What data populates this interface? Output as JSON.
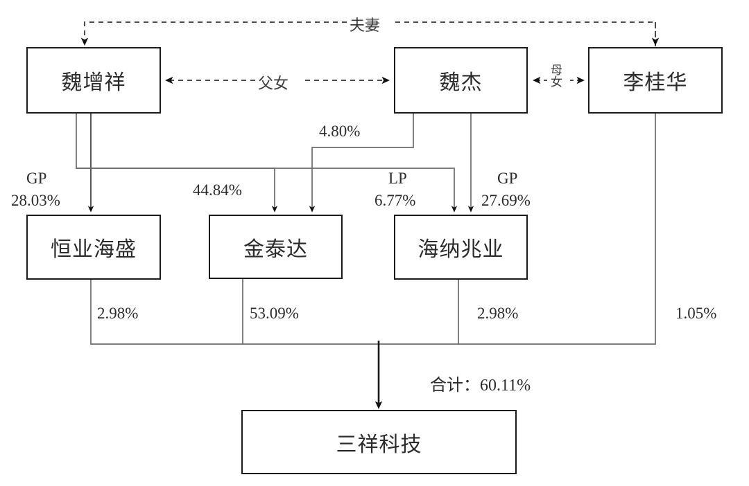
{
  "diagram": {
    "title_hidden": "",
    "colors": {
      "box_border": "#1a1a1a",
      "line": "#5a5a5a",
      "line_dark": "#1a1a1a",
      "text": "#2b2b2b",
      "background": "#ffffff"
    },
    "nodes": [
      {
        "id": "wei-zeng-xiang",
        "label": "魏增祥"
      },
      {
        "id": "wei-jie",
        "label": "魏杰"
      },
      {
        "id": "li-gui-hua",
        "label": "李桂华"
      },
      {
        "id": "heng-ye-hai-sheng",
        "label": "恒业海盛"
      },
      {
        "id": "jin-tai-da",
        "label": "金泰达"
      },
      {
        "id": "hai-na-zhao-ye",
        "label": "海纳兆业"
      },
      {
        "id": "san-xiang-ke-ji",
        "label": "三祥科技"
      }
    ],
    "relations": [
      {
        "id": "spouse",
        "label": "夫妻",
        "from": "li-gui-hua",
        "to": "wei-zeng-xiang",
        "style": "dashed"
      },
      {
        "id": "father-daughter",
        "label": "父女",
        "from": "wei-jie",
        "to": "wei-zeng-xiang",
        "style": "dashed-bidirectional"
      },
      {
        "id": "mother-daughter",
        "label": "母女",
        "from": "li-gui-hua",
        "to": "wei-jie",
        "style": "dashed-bidirectional"
      }
    ],
    "holdings": [
      {
        "id": "wzx-to-hyhs",
        "role": "GP",
        "pct": "28.03%",
        "from": "wei-zeng-xiang",
        "to": "heng-ye-hai-sheng"
      },
      {
        "id": "wzx-to-jtd",
        "role": "",
        "pct": "44.84%",
        "from": "wei-zeng-xiang",
        "to": "jin-tai-da"
      },
      {
        "id": "wj-to-jtd",
        "role": "",
        "pct": "4.80%",
        "from": "wei-jie",
        "to": "jin-tai-da"
      },
      {
        "id": "wzx-to-hnzy",
        "role": "LP",
        "pct": "6.77%",
        "from": "wei-zeng-xiang",
        "to": "hai-na-zhao-ye"
      },
      {
        "id": "wj-to-hnzy",
        "role": "GP",
        "pct": "27.69%",
        "from": "wei-jie",
        "to": "hai-na-zhao-ye"
      },
      {
        "id": "hyhs-to-sxkj",
        "role": "",
        "pct": "2.98%",
        "from": "heng-ye-hai-sheng",
        "to": "san-xiang-ke-ji"
      },
      {
        "id": "jtd-to-sxkj",
        "role": "",
        "pct": "53.09%",
        "from": "jin-tai-da",
        "to": "san-xiang-ke-ji"
      },
      {
        "id": "hnzy-to-sxkj",
        "role": "",
        "pct": "2.98%",
        "from": "hai-na-zhao-ye",
        "to": "san-xiang-ke-ji"
      },
      {
        "id": "lgh-to-sxkj",
        "role": "",
        "pct": "1.05%",
        "from": "li-gui-hua",
        "to": "san-xiang-ke-ji"
      }
    ],
    "total": {
      "label": "合计：60.11%",
      "value": "60.11%"
    },
    "labels": {
      "gp_left": "GP",
      "pct_28_03": "28.03%",
      "pct_44_84": "44.84%",
      "pct_4_80": "4.80%",
      "lp": "LP",
      "pct_6_77": "6.77%",
      "gp_right": "GP",
      "pct_27_69": "27.69%",
      "pct_2_98_left": "2.98%",
      "pct_53_09": "53.09%",
      "pct_2_98_right": "2.98%",
      "pct_1_05": "1.05%",
      "spouse": "夫妻",
      "father_daughter": "父女",
      "mother_daughter": "母女",
      "total_text": "合计：60.11%"
    }
  }
}
